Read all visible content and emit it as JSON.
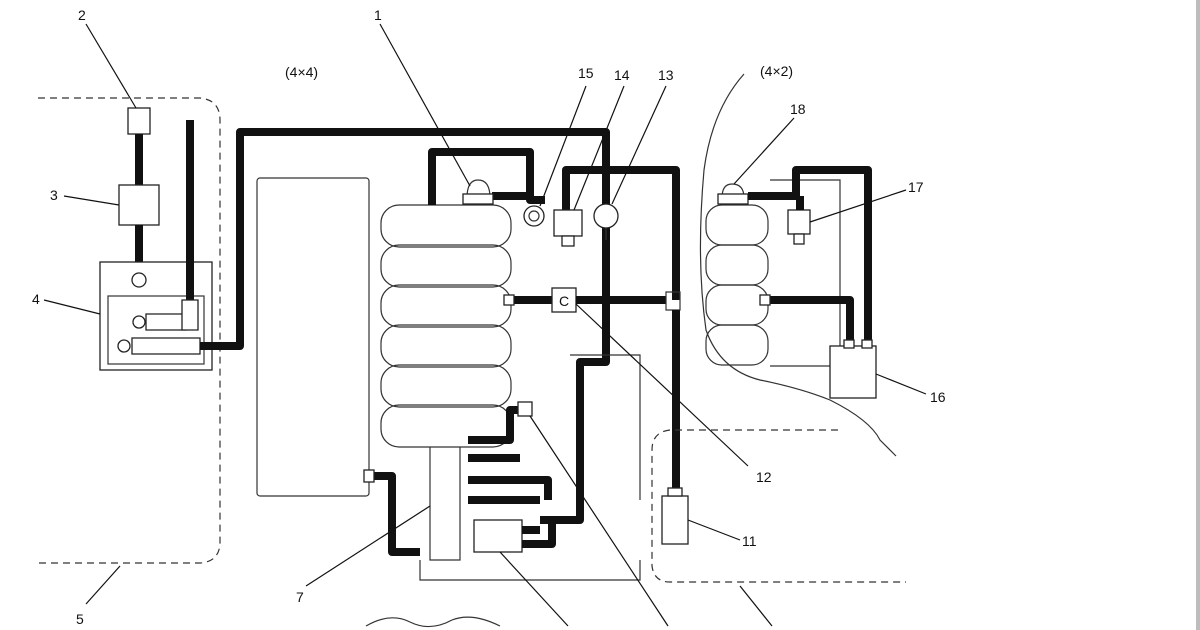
{
  "diagram": {
    "variant_labels": {
      "four_by_four": "(4×4)",
      "four_by_two": "(4×2)"
    },
    "callouts": [
      {
        "id": "1",
        "text": "1"
      },
      {
        "id": "2",
        "text": "2"
      },
      {
        "id": "3",
        "text": "3"
      },
      {
        "id": "4",
        "text": "4"
      },
      {
        "id": "5",
        "text": "5"
      },
      {
        "id": "7",
        "text": "7"
      },
      {
        "id": "11",
        "text": "11"
      },
      {
        "id": "12",
        "text": "12"
      },
      {
        "id": "13",
        "text": "13"
      },
      {
        "id": "14",
        "text": "14"
      },
      {
        "id": "15",
        "text": "15"
      },
      {
        "id": "16",
        "text": "16"
      },
      {
        "id": "17",
        "text": "17"
      },
      {
        "id": "18",
        "text": "18"
      }
    ],
    "component_marks": {
      "connector_c": "C"
    }
  }
}
